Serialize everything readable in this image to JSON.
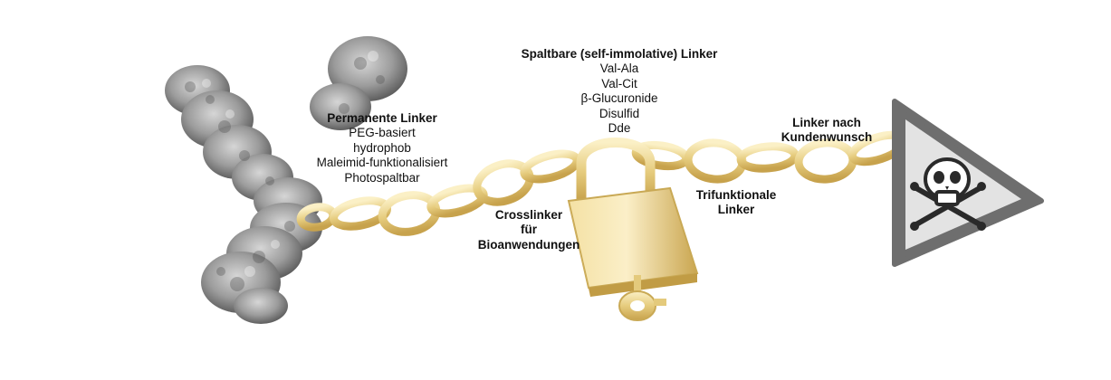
{
  "labels": {
    "permanent": {
      "title": "Permanente Linker",
      "items": [
        "PEG-basiert",
        "hydrophob",
        "Maleimid-funktionalisiert",
        "Photospaltbar"
      ]
    },
    "cleavable": {
      "title": "Spaltbare (self-immolative) Linker",
      "items": [
        "Val-Ala",
        "Val-Cit",
        "β-Glucuronide",
        "Disulfid",
        "Dde"
      ]
    },
    "crosslinker": {
      "lines": [
        "Crosslinker",
        "für",
        "Bioanwendungen"
      ]
    },
    "trifunctional": {
      "lines": [
        "Trifunktionale",
        "Linker"
      ]
    },
    "custom": {
      "lines": [
        "Linker nach",
        "Kundenwunsch"
      ]
    }
  },
  "icons": {
    "antibody": "antibody-protein-icon",
    "chain": "gold-chain-icon",
    "padlock": "padlock-icon",
    "key": "key-icon",
    "warning": "toxic-warning-sign-icon",
    "skull": "skull-crossbones-icon"
  },
  "colors": {
    "gold_light": "#f6e3a6",
    "gold": "#e0c36e",
    "gold_dark": "#b8973f",
    "protein_light": "#c4c4c4",
    "protein_dark": "#6f6f6f",
    "warning_fill": "#e3e3e3",
    "warning_border": "#6e6e6e",
    "text": "#111111"
  }
}
